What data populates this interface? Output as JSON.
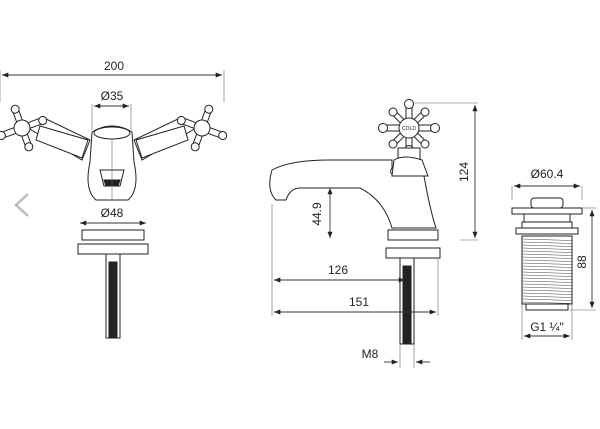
{
  "front_view": {
    "width": "200",
    "top_diameter": "Ø35",
    "base_diameter": "Ø48"
  },
  "side_view": {
    "height": "124",
    "spout_height": "44.9",
    "spout_reach": "126",
    "overall_length": "151",
    "thread": "M8",
    "handle_label": "COLD"
  },
  "waste_view": {
    "diameter": "Ø60.4",
    "height": "88",
    "thread": "G1 ¼\""
  },
  "nav": {
    "prev_icon": "chevron-left-icon"
  },
  "colors": {
    "line": "#222222",
    "background": "#ffffff"
  }
}
